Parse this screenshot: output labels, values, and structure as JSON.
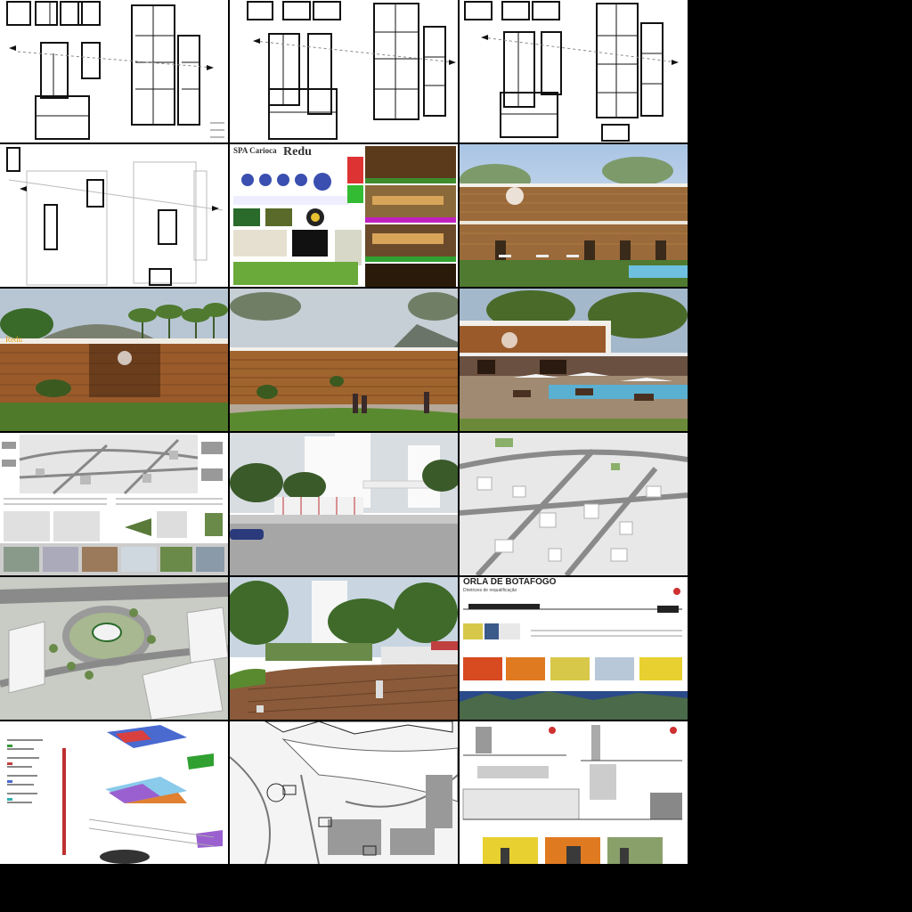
{
  "gallery": {
    "tiles": [
      {
        "id": "plan-1",
        "kind": "floor-plan"
      },
      {
        "id": "plan-2",
        "kind": "floor-plan"
      },
      {
        "id": "plan-3",
        "kind": "floor-plan"
      },
      {
        "id": "plan-4",
        "kind": "site-plan"
      },
      {
        "id": "spa-board",
        "kind": "presentation-board",
        "title": "SPA Carioca",
        "title_big": "Redu"
      },
      {
        "id": "render-facade-pool",
        "kind": "render"
      },
      {
        "id": "render-entrance",
        "kind": "render",
        "sign": "Redu"
      },
      {
        "id": "render-wall-people",
        "kind": "render"
      },
      {
        "id": "render-terrace",
        "kind": "render"
      },
      {
        "id": "urban-board",
        "kind": "presentation-board"
      },
      {
        "id": "render-street",
        "kind": "render"
      },
      {
        "id": "aerial-city",
        "kind": "render"
      },
      {
        "id": "aerial-roundabout",
        "kind": "render"
      },
      {
        "id": "render-plaza",
        "kind": "render"
      },
      {
        "id": "orla-board",
        "kind": "presentation-board",
        "title": "ORLA DE BOTAFOGO",
        "subtitle": "Diretrizes de requalificação"
      },
      {
        "id": "plan-colored",
        "kind": "plan-diagram"
      },
      {
        "id": "site-map",
        "kind": "map"
      },
      {
        "id": "elevations-board",
        "kind": "presentation-board"
      }
    ]
  },
  "colors": {
    "background": "#000000",
    "tile": "#ffffff",
    "wood": "#a0643a",
    "grass": "#5f8f3a",
    "sky": "#c9d6e2"
  }
}
